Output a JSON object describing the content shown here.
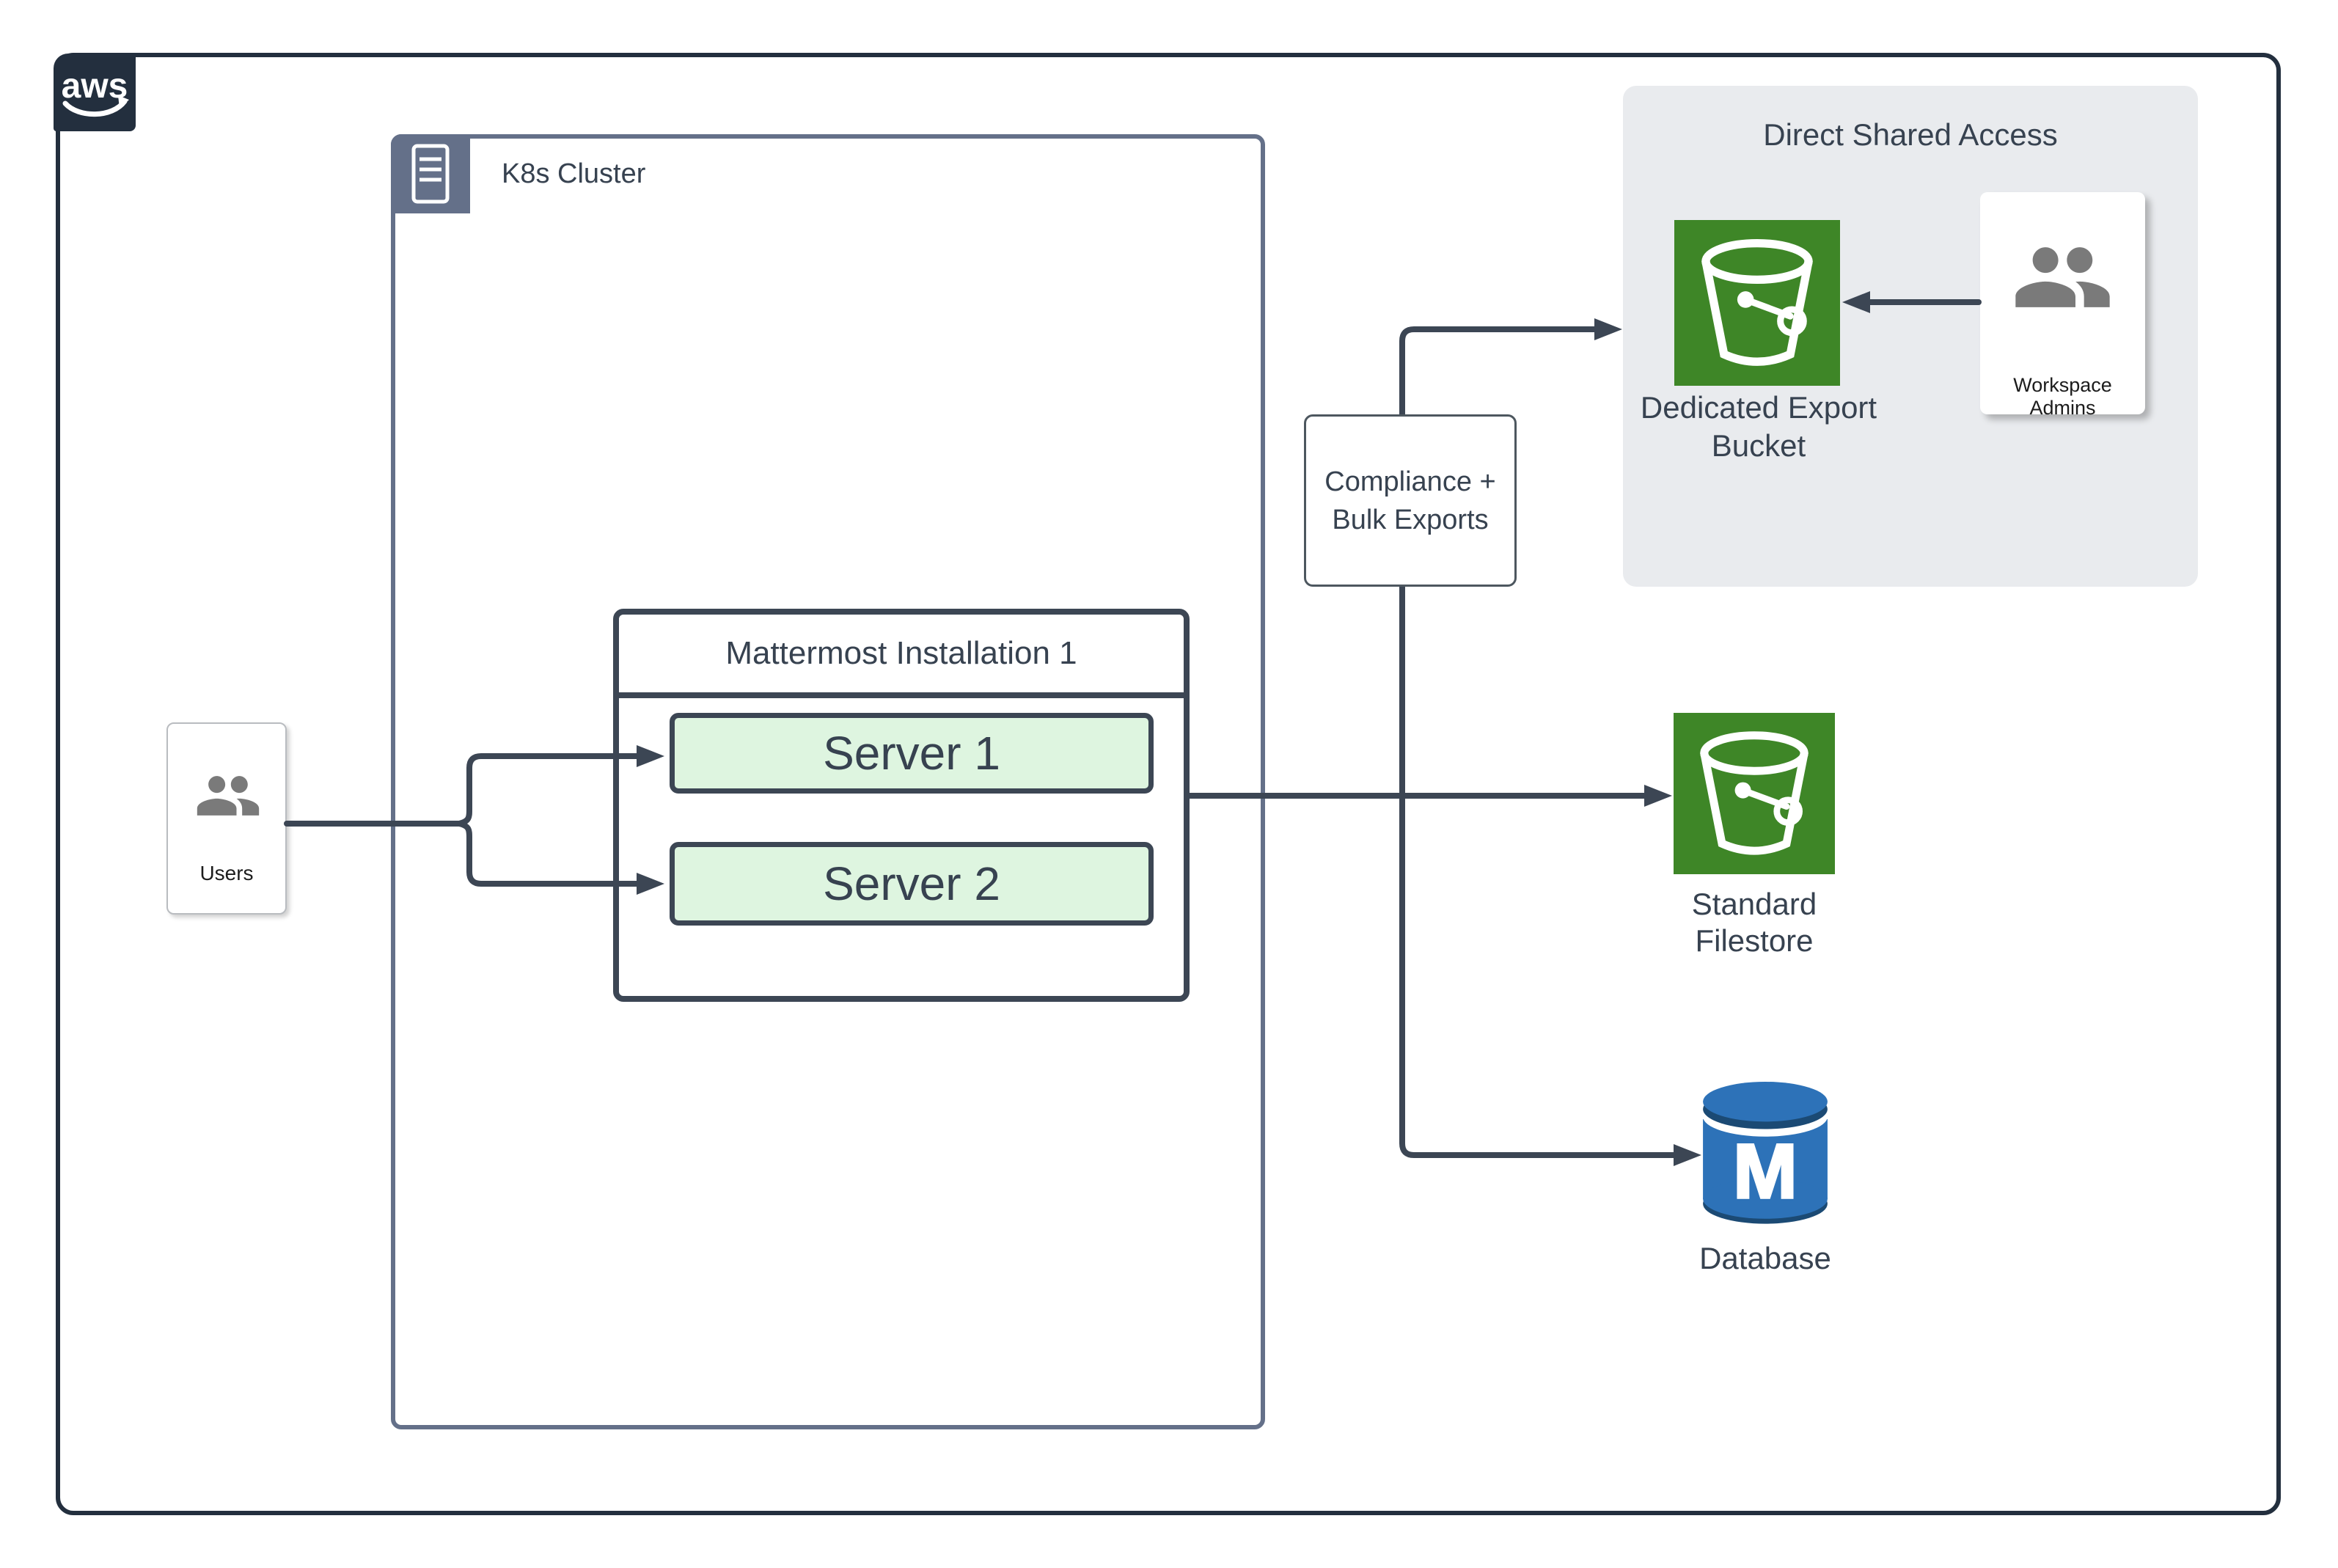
{
  "colors": {
    "navy": "#232f3e",
    "slate": "#647089",
    "line": "#3c4654",
    "text": "#374250",
    "server-fill": "#def5e0",
    "region-fill": "#e9ebee",
    "green": "#3e8627",
    "icon-gray": "#7a7a7a",
    "db-blue": "#2d72b8",
    "db-dark": "#1b4a74",
    "card-border": "#b9bcc0"
  },
  "aws": {
    "logo_text": "aws"
  },
  "k8s": {
    "label": "K8s Cluster"
  },
  "mattermost": {
    "title": "Mattermost Installation 1",
    "servers": [
      {
        "label": "Server 1"
      },
      {
        "label": "Server 2"
      }
    ]
  },
  "users": {
    "label": "Users"
  },
  "compliance": {
    "line1": "Compliance +",
    "line2": "Bulk Exports"
  },
  "region": {
    "title": "Direct Shared Access",
    "bucket": {
      "line1": "Dedicated Export",
      "line2": "Bucket"
    },
    "admins": {
      "label": "Workspace Admins"
    }
  },
  "filestore": {
    "line1": "Standard",
    "line2": "Filestore"
  },
  "database": {
    "label": "Database",
    "monogram": "M"
  }
}
